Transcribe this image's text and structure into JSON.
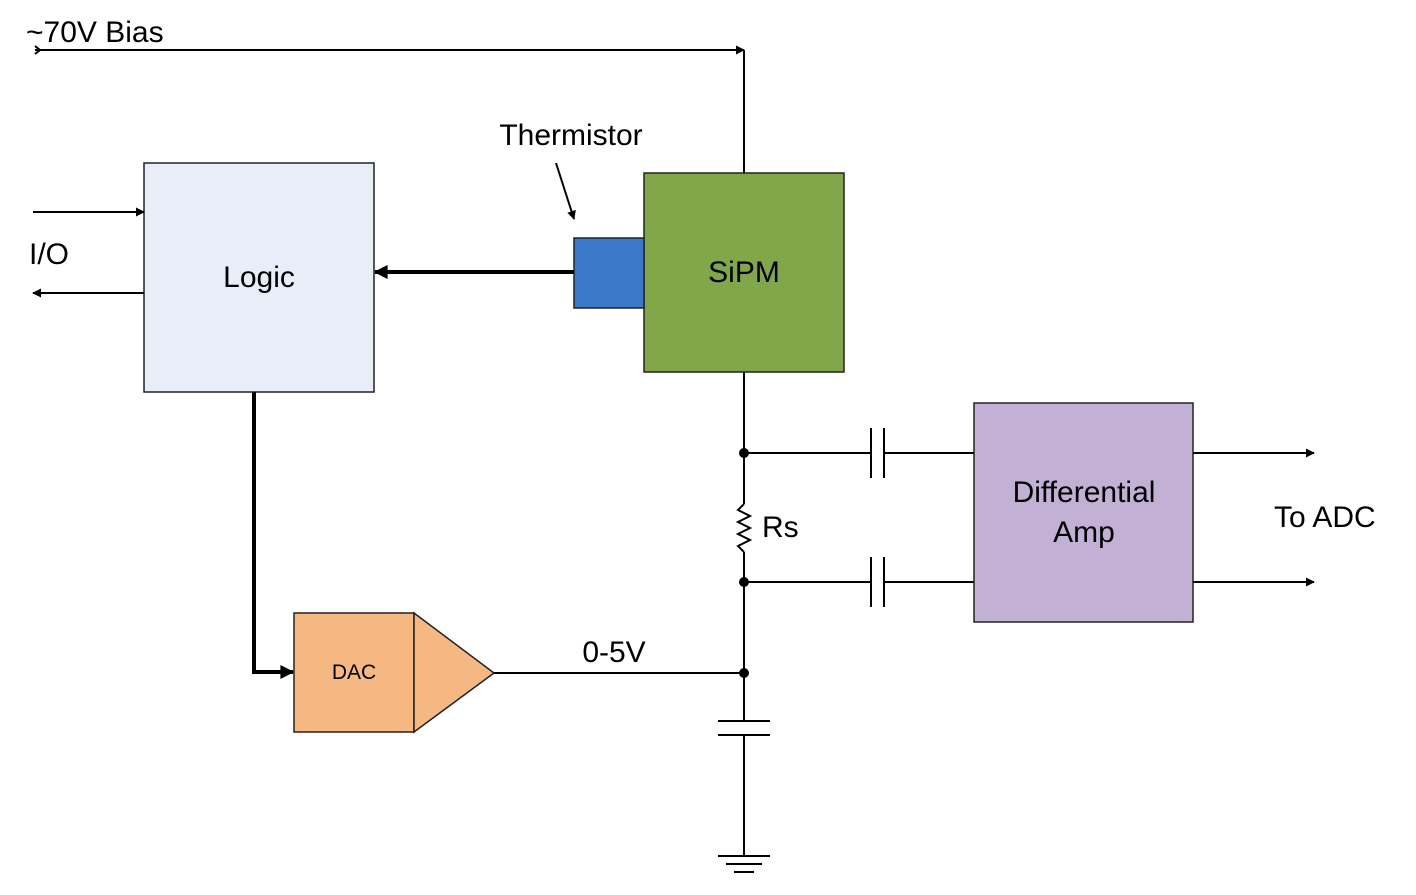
{
  "labels": {
    "bias": "~70V Bias",
    "thermistor": "Thermistor",
    "io": "I/O",
    "logic": "Logic",
    "sipm": "SiPM",
    "dac": "DAC",
    "voltage_range": "0-5V",
    "resistor": "Rs",
    "diff_amp_line1": "Differential",
    "diff_amp_line2": "Amp",
    "to_adc": "To ADC"
  },
  "colors": {
    "logic_fill": "#e8edf8",
    "sipm_fill": "#82a64a",
    "thermistor_fill": "#3a78c9",
    "dac_fill": "#f6b882",
    "diff_amp_fill": "#c2b1d5"
  }
}
